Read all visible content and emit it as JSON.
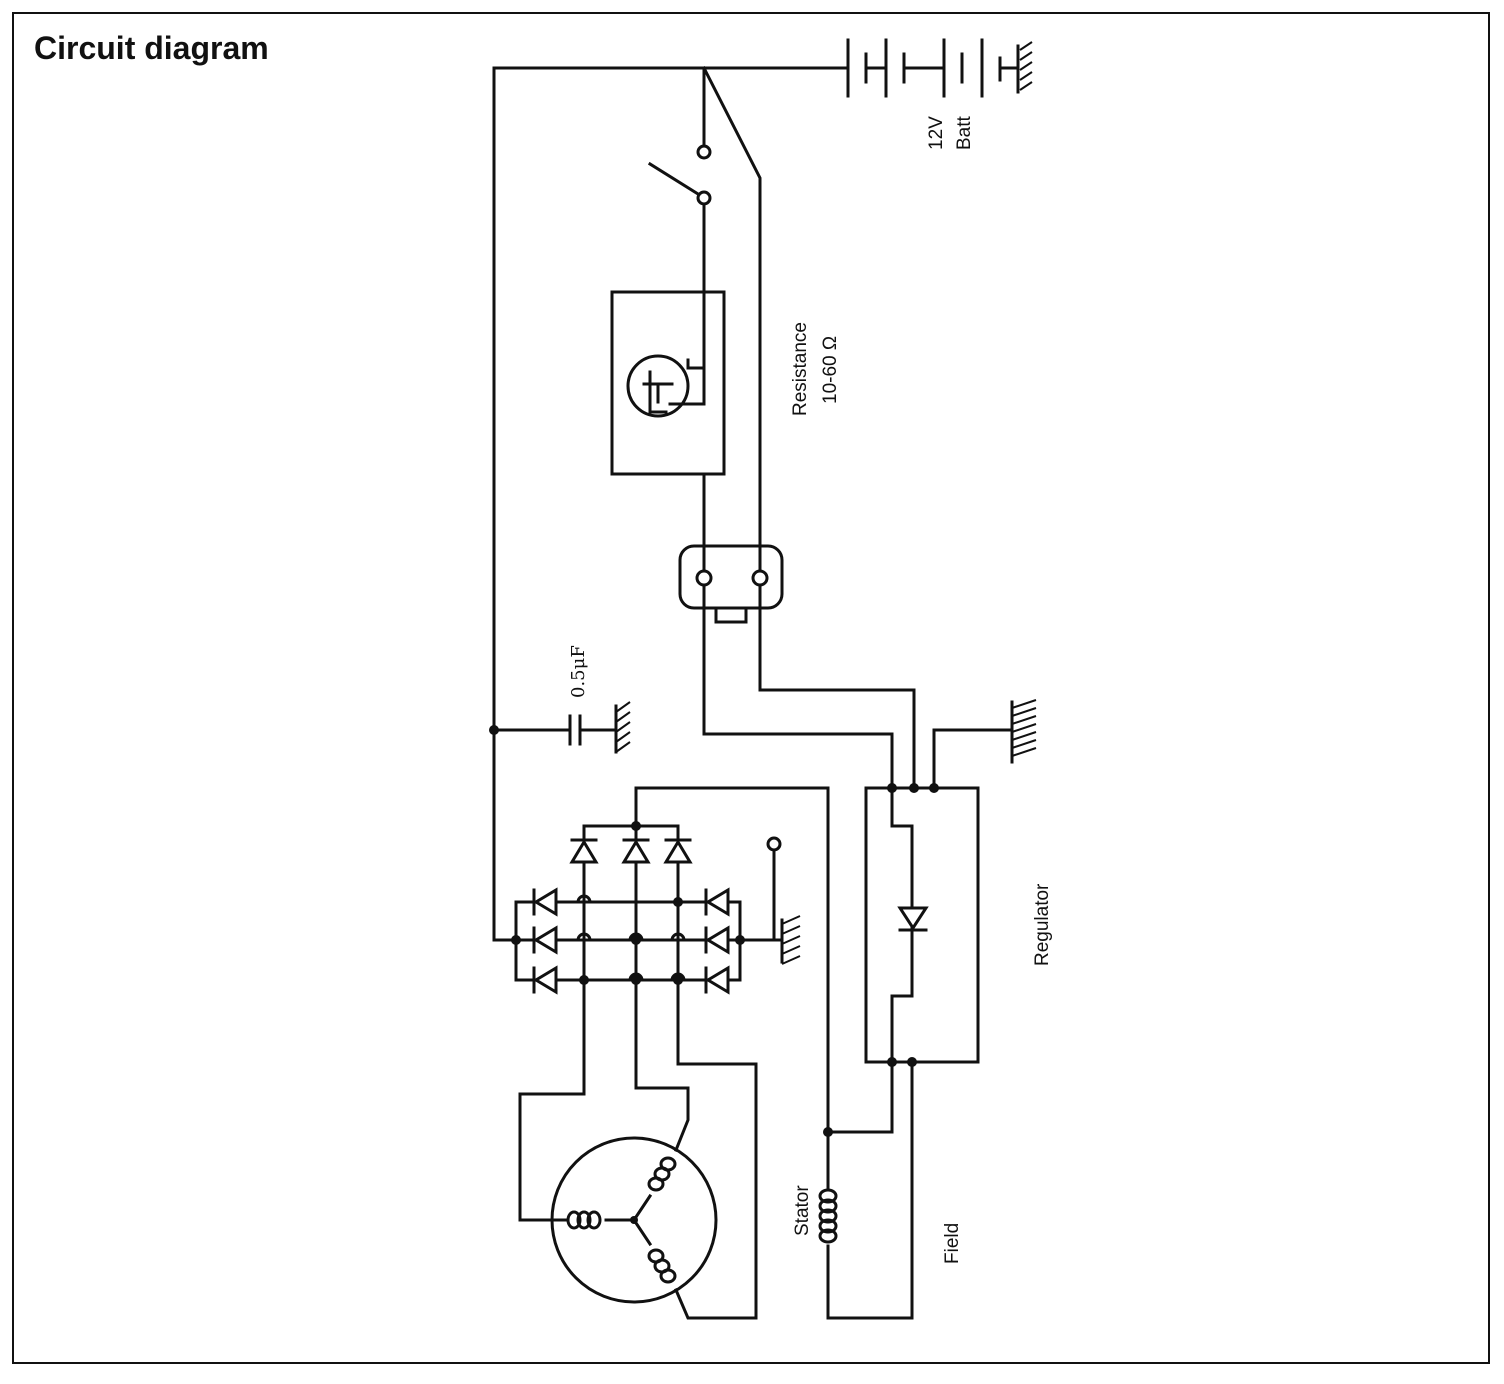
{
  "title": "Circuit diagram",
  "labels": {
    "battery_voltage": "12V",
    "battery": "Batt",
    "resistance": "Resistance",
    "resistance_value": "10-60 Ω",
    "capacitor": "0.5μF",
    "regulator": "Regulator",
    "stator": "Stator",
    "field": "Field"
  }
}
